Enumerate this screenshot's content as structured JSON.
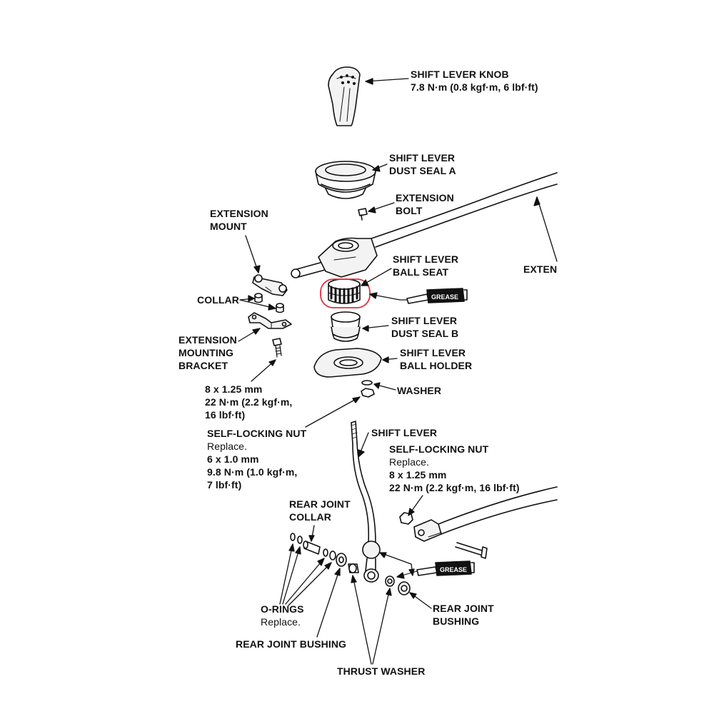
{
  "labels": {
    "shift_lever_knob": {
      "name": "SHIFT LEVER KNOB",
      "spec": "7.8 N·m (0.8 kgf·m, 6 lbf·ft)"
    },
    "dust_seal_a": {
      "line1": "SHIFT LEVER",
      "line2": "DUST SEAL A"
    },
    "extension_bolt": {
      "line1": "EXTENSION",
      "line2": "BOLT"
    },
    "extension_mount": {
      "line1": "EXTENSION",
      "line2": "MOUNT"
    },
    "ball_seat": {
      "line1": "SHIFT LEVER",
      "line2": "BALL SEAT"
    },
    "extension": "EXTEN",
    "collar": "COLLAR",
    "dust_seal_b": {
      "line1": "SHIFT LEVER",
      "line2": "DUST SEAL B"
    },
    "extension_mounting_bracket": {
      "line1": "EXTENSION",
      "line2": "MOUNTING",
      "line3": "BRACKET"
    },
    "ball_holder": {
      "line1": "SHIFT LEVER",
      "line2": "BALL HOLDER"
    },
    "bracket_bolt_spec": {
      "line1": "8 x 1.25 mm",
      "line2": "22 N·m (2.2 kgf·m,",
      "line3": "16 lbf·ft)"
    },
    "washer": "WASHER",
    "self_locking_nut_left": {
      "name": "SELF-LOCKING NUT",
      "note": "Replace.",
      "line1": "6 x 1.0 mm",
      "line2": "9.8 N·m (1.0 kgf·m,",
      "line3": "7 lbf·ft)"
    },
    "shift_lever": "SHIFT LEVER",
    "self_locking_nut_right": {
      "name": "SELF-LOCKING NUT",
      "note": "Replace.",
      "line1": "8 x 1.25 mm",
      "line2": "22 N·m (2.2 kgf·m, 16 lbf·ft)"
    },
    "rear_joint_collar": {
      "line1": "REAR JOINT",
      "line2": "COLLAR"
    },
    "o_rings": {
      "name": "O-RINGS",
      "note": "Replace."
    },
    "rear_joint_bushing_right": {
      "line1": "REAR JOINT",
      "line2": "BUSHING"
    },
    "rear_joint_bushing_left": "REAR JOINT BUSHING",
    "thrust_washer": "THRUST WASHER"
  },
  "grease_tube_label": "GREASE",
  "grease_tube_label_2": "GREASE",
  "highlight_color": "#e0303a",
  "line_color": "#111111"
}
